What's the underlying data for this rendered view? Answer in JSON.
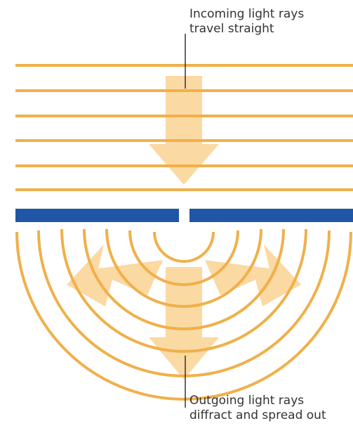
{
  "labels": {
    "incoming_line1": "Incoming light rays",
    "incoming_line2": "travel straight",
    "outgoing_line1": "Outgoing light rays",
    "outgoing_line2": "diffract and spread out"
  },
  "colors": {
    "ray": "#f0b04a",
    "arrow": "#fbd9a2",
    "barrier": "#1f56a6",
    "leader": "#333333",
    "text": "#333333"
  },
  "diagram": {
    "incoming_ray_count": 6,
    "wavefront_count": 7,
    "diffracted_arrow_directions": [
      "left",
      "down",
      "right"
    ]
  }
}
